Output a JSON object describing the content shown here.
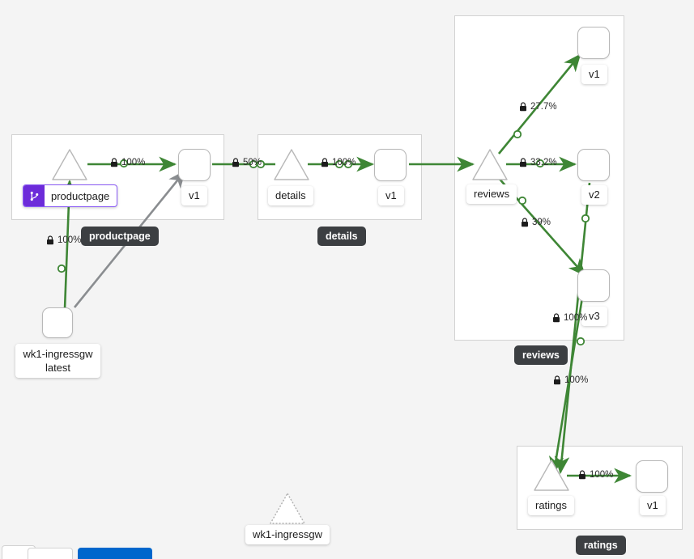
{
  "view": {
    "kind": "service-mesh-topology-graph",
    "background_color": "#f4f4f4",
    "edge_color": "#3e8635",
    "idle_edge_color": "#8a8d90"
  },
  "groups": [
    {
      "id": "productpage",
      "label": "productpage",
      "tooltip": "productpage"
    },
    {
      "id": "details",
      "label": "details",
      "tooltip": "details"
    },
    {
      "id": "reviews",
      "label": "reviews",
      "tooltip": "reviews"
    },
    {
      "id": "ratings",
      "label": "ratings",
      "tooltip": "ratings"
    }
  ],
  "nodes": [
    {
      "id": "ingressgw",
      "type": "workload",
      "label": "wk1-ingressgw\nlatest"
    },
    {
      "id": "svc-productpage",
      "type": "service",
      "label": "productpage",
      "badge": "git-branch-icon",
      "badge_color": "#6c2bd9"
    },
    {
      "id": "wl-productpage-v1",
      "type": "workload",
      "label": "v1"
    },
    {
      "id": "svc-details",
      "type": "service",
      "label": "details"
    },
    {
      "id": "wl-details-v1",
      "type": "workload",
      "label": "v1"
    },
    {
      "id": "svc-reviews",
      "type": "service",
      "label": "reviews"
    },
    {
      "id": "wl-reviews-v1",
      "type": "workload",
      "label": "v1"
    },
    {
      "id": "wl-reviews-v2",
      "type": "workload",
      "label": "v2"
    },
    {
      "id": "wl-reviews-v3",
      "type": "workload",
      "label": "v3"
    },
    {
      "id": "svc-ratings",
      "type": "service",
      "label": "ratings"
    },
    {
      "id": "wl-ratings-v1",
      "type": "workload",
      "label": "v1"
    },
    {
      "id": "ghost-ingressgw",
      "type": "service-ghost",
      "label": "wk1-ingressgw"
    }
  ],
  "edges": [
    {
      "id": "e1",
      "source": "ingressgw",
      "target": "svc-productpage",
      "rate": "100%",
      "secured": true,
      "color": "#3e8635"
    },
    {
      "id": "e2",
      "source": "ingressgw",
      "target": "wl-productpage-v1",
      "rate": "",
      "secured": false,
      "color": "#8a8d90"
    },
    {
      "id": "e3",
      "source": "svc-productpage",
      "target": "wl-productpage-v1",
      "rate": "100%",
      "secured": true,
      "color": "#3e8635"
    },
    {
      "id": "e4",
      "source": "wl-productpage-v1",
      "target": "svc-details",
      "rate": "50%",
      "secured": true,
      "color": "#3e8635"
    },
    {
      "id": "e5",
      "source": "svc-details",
      "target": "wl-details-v1",
      "rate": "100%",
      "secured": true,
      "color": "#3e8635"
    },
    {
      "id": "e6",
      "source": "wl-details-v1",
      "target": "svc-reviews",
      "rate": "",
      "secured": false,
      "color": "#3e8635"
    },
    {
      "id": "e7",
      "source": "svc-reviews",
      "target": "wl-reviews-v1",
      "rate": "27.7%",
      "secured": true,
      "color": "#3e8635"
    },
    {
      "id": "e8",
      "source": "svc-reviews",
      "target": "wl-reviews-v2",
      "rate": "33.2%",
      "secured": true,
      "color": "#3e8635"
    },
    {
      "id": "e9",
      "source": "svc-reviews",
      "target": "wl-reviews-v3",
      "rate": "39%",
      "secured": true,
      "color": "#3e8635"
    },
    {
      "id": "e10",
      "source": "wl-reviews-v3",
      "target": "svc-ratings",
      "rate": "100%",
      "secured": true,
      "color": "#3e8635"
    },
    {
      "id": "e11",
      "source": "wl-reviews-v2",
      "target": "svc-ratings",
      "rate": "100%",
      "secured": true,
      "color": "#3e8635"
    },
    {
      "id": "e12",
      "source": "svc-ratings",
      "target": "wl-ratings-v1",
      "rate": "100%",
      "secured": true,
      "color": "#3e8635"
    }
  ],
  "labels": {
    "pct_ingress_productpage": "100%",
    "pct_productpage_v1": "100%",
    "pct_productpage_details": "50%",
    "pct_details_v1": "100%",
    "pct_reviews_v1": "27.7%",
    "pct_reviews_v2": "33.2%",
    "pct_reviews_v3": "39%",
    "pct_v3_ratings": "100%",
    "pct_reviews_ratings": "100%",
    "pct_ratings_v1": "100%"
  },
  "toolbar": {
    "primary_color": "#0066cc"
  }
}
